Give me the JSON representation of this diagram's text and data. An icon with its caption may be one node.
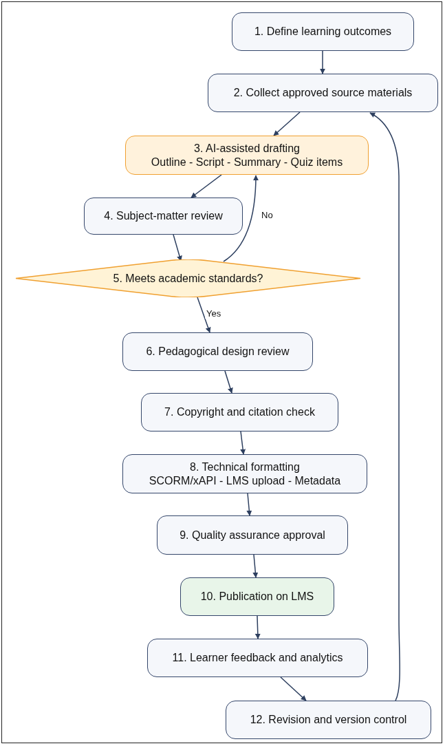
{
  "diagram": {
    "nodes": [
      {
        "text": [
          "1. Define learning outcomes"
        ]
      },
      {
        "text": [
          "2. Collect approved source materials"
        ]
      },
      {
        "text": [
          "3. AI-assisted drafting",
          "Outline - Script - Summary - Quiz items"
        ]
      },
      {
        "text": [
          "4. Subject-matter review"
        ]
      },
      {
        "text": [
          "5. Meets academic standards?"
        ]
      },
      {
        "text": [
          "6. Pedagogical design review"
        ]
      },
      {
        "text": [
          "7. Copyright and citation check"
        ]
      },
      {
        "text": [
          "8. Technical formatting",
          "SCORM/xAPI - LMS upload - Metadata"
        ]
      },
      {
        "text": [
          "9. Quality assurance approval"
        ]
      },
      {
        "text": [
          "10. Publication on LMS"
        ]
      },
      {
        "text": [
          "11. Learner feedback and analytics"
        ]
      },
      {
        "text": [
          "12. Revision and version control"
        ]
      }
    ],
    "edges": [
      {
        "from": 0,
        "to": 1,
        "arrow": "to"
      },
      {
        "from": 1,
        "to": 2,
        "arrow": "to"
      },
      {
        "from": 2,
        "to": 3,
        "arrow": "to"
      },
      {
        "from": 3,
        "to": 4,
        "arrow": "to"
      },
      {
        "from": 4,
        "to": 2,
        "arrow": "to",
        "label": "No"
      },
      {
        "from": 4,
        "to": 5,
        "arrow": "to",
        "label": "Yes"
      },
      {
        "from": 5,
        "to": 6,
        "arrow": "to"
      },
      {
        "from": 6,
        "to": 7,
        "arrow": "to"
      },
      {
        "from": 7,
        "to": 8,
        "arrow": "to"
      },
      {
        "from": 8,
        "to": 9,
        "arrow": "to"
      },
      {
        "from": 9,
        "to": 10,
        "arrow": "to"
      },
      {
        "from": 10,
        "to": 11,
        "arrow": "to"
      },
      {
        "from": 11,
        "to": 1,
        "arrow": "to"
      }
    ]
  }
}
